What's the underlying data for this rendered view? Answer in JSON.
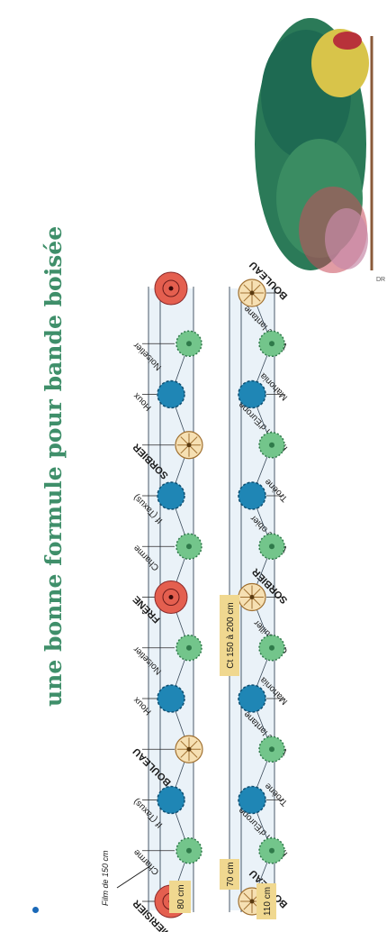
{
  "title": "une bonne formule pour bande boisée",
  "colors": {
    "tall_tree": "#e45f4f",
    "evergreen_blue": "#1f86b5",
    "shrub_green": "#73c58b",
    "flower_cream": "#f6e0b3",
    "band": "#d6e6f2",
    "dim_box": "#f0d890",
    "foliage": "#1e6a52"
  },
  "dimensions": {
    "film": "Film de 150 cm",
    "row_gap": "80 cm",
    "between_rows": "70 cm",
    "hedge_width": "110 cm",
    "plant_spacing": "Ct 150 à 200 cm"
  },
  "row1_plants": [
    {
      "label": "MERISIER",
      "kind": "tall",
      "caps": true
    },
    {
      "label": "Charme",
      "kind": "shrub"
    },
    {
      "label": "If (Taxus)",
      "kind": "ever"
    },
    {
      "label": "BOULEAU",
      "kind": "flower",
      "caps": true
    },
    {
      "label": "Houx",
      "kind": "ever"
    },
    {
      "label": "Noisetier",
      "kind": "shrub"
    },
    {
      "label": "FRÊNE",
      "kind": "tall",
      "caps": true
    },
    {
      "label": "Charme",
      "kind": "shrub"
    },
    {
      "label": "If (Taxus)",
      "kind": "ever"
    },
    {
      "label": "SORBIER",
      "kind": "flower",
      "caps": true
    },
    {
      "label": "Houx",
      "kind": "ever"
    },
    {
      "label": "Noisetier",
      "kind": "shrub"
    }
  ],
  "row1_end_plant": {
    "kind": "tall"
  },
  "row2_plants": [
    {
      "label": "BOULEAU",
      "kind": "flower",
      "caps": true
    },
    {
      "label": "Fusain d'Europe",
      "kind": "shrub"
    },
    {
      "label": "Troène",
      "kind": "ever"
    },
    {
      "label": "Viorne lantane",
      "kind": "shrub"
    },
    {
      "label": "Mahonia",
      "kind": "ever"
    },
    {
      "label": "Cornouiller",
      "kind": "shrub"
    },
    {
      "label": "SORBIER",
      "kind": "flower",
      "caps": true
    },
    {
      "label": "Viorne obier",
      "kind": "shrub"
    },
    {
      "label": "Troène",
      "kind": "ever"
    },
    {
      "label": "Fusain d'Europe",
      "kind": "shrub"
    },
    {
      "label": "Mahonia",
      "kind": "ever"
    },
    {
      "label": "Viorne lantane",
      "kind": "shrub"
    },
    {
      "label": "BOULEAU",
      "kind": "flower",
      "caps": true
    }
  ],
  "credit": "DR"
}
